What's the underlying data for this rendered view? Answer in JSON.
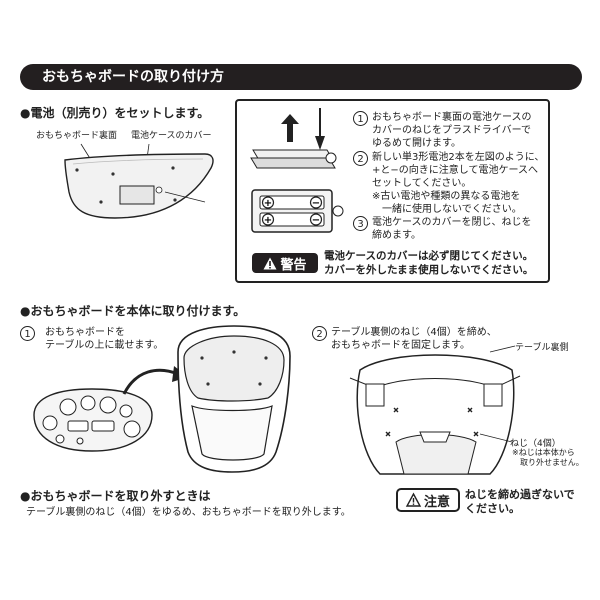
{
  "header": {
    "title": "おもちゃボードの取り付け方"
  },
  "section1": {
    "heading": "●電池（別売り）をセットします。",
    "label_board_back": "おもちゃボード裏面",
    "label_battery_cover": "電池ケースのカバー",
    "steps": [
      {
        "num": "1",
        "lines": [
          "おもちゃボード裏面の電池ケースの",
          "カバーのねじをプラスドライバーで",
          "ゆるめて開けます。"
        ]
      },
      {
        "num": "2",
        "lines": [
          "新しい単3形電池2本を左図のように、",
          "+と−の向きに注意して電池ケースへ",
          "セットしてください。",
          "※古い電池や種類の異なる電池を",
          "　一緒に使用しないでください。"
        ]
      },
      {
        "num": "3",
        "lines": [
          "電池ケースのカバーを閉じ、ねじを",
          "締めます。"
        ]
      }
    ],
    "warning": {
      "badge": "警告",
      "lines": [
        "電池ケースのカバーは必ず閉じてください。",
        "カバーを外したまま使用しないでください。"
      ]
    },
    "battery_plus": "+",
    "battery_minus": "−"
  },
  "section2": {
    "heading": "●おもちゃボードを本体に取り付けます。",
    "step1": {
      "num": "1",
      "lines": [
        "おもちゃボードを",
        "テーブルの上に載せます。"
      ]
    },
    "step2": {
      "num": "2",
      "lines": [
        "テーブル裏側のねじ（4個）を締め、",
        "おもちゃボードを固定します。"
      ]
    },
    "label_table_back": "テーブル裏側",
    "label_screw": "ねじ（4個）",
    "label_screw_note": [
      "※ねじは本体から",
      "　取り外せません。"
    ]
  },
  "section3": {
    "heading": "●おもちゃボードを取り外すときは",
    "text": "テーブル裏側のねじ（4個）をゆるめ、おもちゃボードを取り外します。",
    "caution": {
      "badge": "注意",
      "lines": [
        "ねじを締め過ぎないで",
        "ください。"
      ]
    }
  }
}
